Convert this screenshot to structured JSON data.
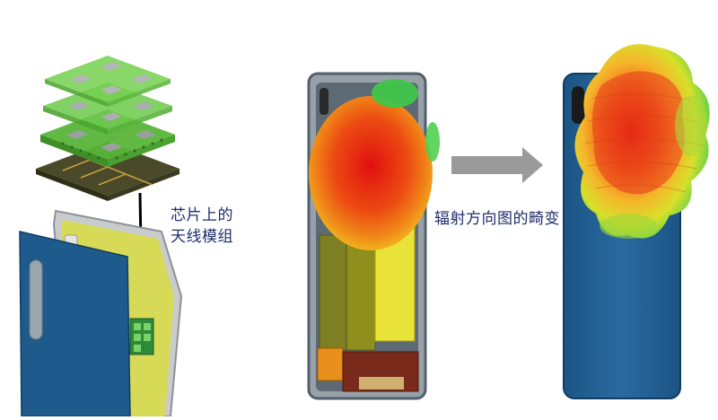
{
  "labels": {
    "module_line1": "芯片上的",
    "module_line2": "天线模组",
    "distortion": "辐射方向图的畸变"
  },
  "colors": {
    "pcb_green": "#5cbf3a",
    "phone_body": "#1e5a8c",
    "board_yellow": "#d8dc2e",
    "text_navy": "#1f2d6b",
    "arrow_gray": "#9a9a9a"
  },
  "icons": {
    "down_arrow": "down-arrow-icon",
    "right_arrow": "right-arrow-icon"
  }
}
